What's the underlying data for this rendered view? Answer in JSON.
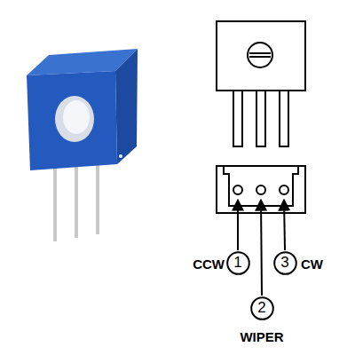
{
  "diagram": {
    "nodes": [
      {
        "text": [
          "1"
        ]
      },
      {
        "text": [
          "2"
        ]
      },
      {
        "text": [
          "3"
        ]
      }
    ],
    "labels": [
      "CCW",
      "WIPER",
      "CW"
    ]
  }
}
